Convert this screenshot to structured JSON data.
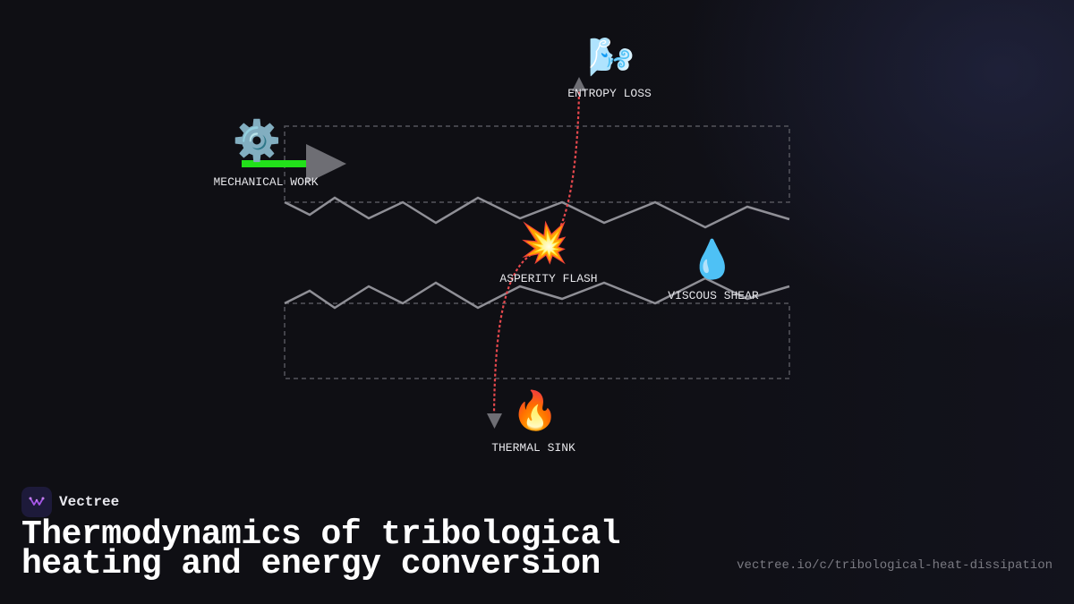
{
  "diagram": {
    "nodes": {
      "mechanical_work": {
        "label": "MECHANICAL WORK",
        "icon": "gear-icon",
        "glyph": "⚙️"
      },
      "entropy_loss": {
        "label": "ENTROPY LOSS",
        "icon": "wind-face-icon",
        "glyph": "🌬️"
      },
      "asperity_flash": {
        "label": "ASPERITY FLASH",
        "icon": "collision-spark-icon",
        "glyph": "💥"
      },
      "viscous_shear": {
        "label": "VISCOUS SHEAR",
        "icon": "droplet-icon",
        "glyph": "💧"
      },
      "thermal_sink": {
        "label": "THERMAL SINK",
        "icon": "fire-icon",
        "glyph": "🔥"
      }
    },
    "colors": {
      "work_bar": "#22e01a",
      "heat_path": "#e5484d",
      "surface_line": "#8f8f96",
      "box_dash": "#55555c",
      "arrow_head": "#6e6e74"
    }
  },
  "footer": {
    "brand": "Vectree",
    "logo_icon": "vectree-logo-icon",
    "title": "Thermodynamics of tribological heating and energy conversion",
    "url": "vectree.io/c/tribological-heat-dissipation"
  }
}
